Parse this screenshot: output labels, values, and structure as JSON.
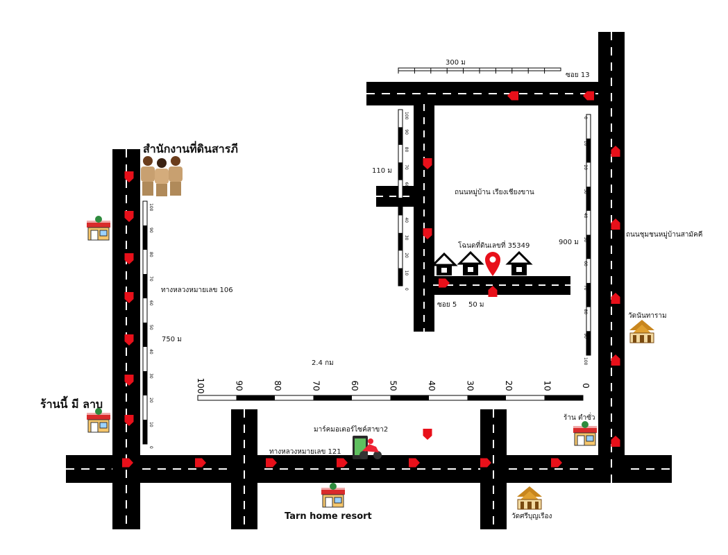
{
  "labels": {
    "land_office": "สำนักงานที่ดินสารภี",
    "shop_nee_mee_larb": "ร้านนี้ มี ลาบ",
    "tarn_home_resort": "Tarn home resort",
    "highway_106": "ทางหลวงหมายเลข 106",
    "highway_121": "ทางหลวงหมายเลข 121",
    "motorcycle_shop": "มาร์คมอเตอร์ไซค์สาขา2",
    "shop_tam_sua": "ร้าน ตำซั่ว",
    "wat_nanthaaram": "วัดนันทาราม",
    "wat_sri_boonruang": "วัดศรีบุญเรือง",
    "village_road": "ถนนหมู่บ้าน เรียงเชียงขาน",
    "community_road": "ถนนชุมชนหมู่บ้านสามัคคี",
    "deed": "โฉนดที่ดินเลขที่ 35349",
    "soi13": "ซอย 13",
    "soi5": "ซอย 5"
  },
  "distances": {
    "d300": "300 ม",
    "d110": "110 ม",
    "d900": "900 ม",
    "d750": "750 ม",
    "d24": "2.4 กม",
    "d50": "50 ม"
  },
  "scales": {
    "main_ticks": [
      "100",
      "90",
      "80",
      "70",
      "60",
      "50",
      "40",
      "30",
      "20",
      "10",
      "0"
    ],
    "left_ticks": [
      "100",
      "90",
      "80",
      "70",
      "60",
      "50",
      "40",
      "30",
      "20",
      "10",
      "0"
    ],
    "right_ticks": [
      "0",
      "10",
      "20",
      "30",
      "40",
      "50",
      "60",
      "70",
      "80",
      "90",
      "100"
    ],
    "small_ticks": [
      "100",
      "90",
      "80",
      "70",
      "60",
      "50",
      "40",
      "30",
      "20",
      "10",
      "0"
    ]
  },
  "colors": {
    "road": "#000000",
    "lane": "#ffffff",
    "arrow": "#e8101a",
    "pin": "#e8101a",
    "shop_roof": "#d92b2b",
    "temple": "#c8861e"
  },
  "icons": [
    "land-office-officers-icon",
    "shop-icon",
    "temple-icon",
    "motorcycle-shop-icon",
    "house-icon",
    "location-pin-icon"
  ]
}
